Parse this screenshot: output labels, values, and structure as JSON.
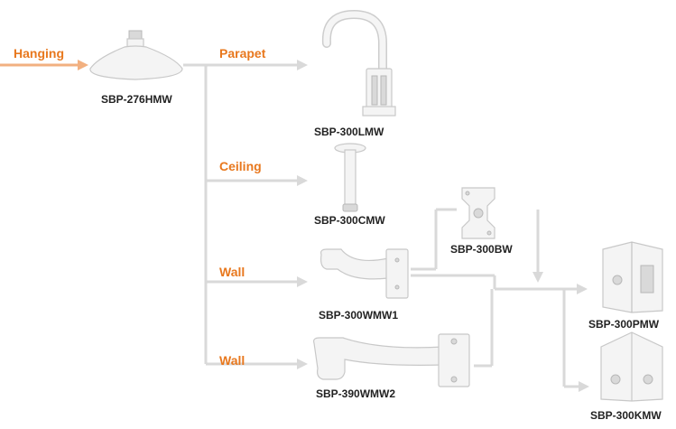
{
  "categories": {
    "hanging": "Hanging",
    "parapet": "Parapet",
    "ceiling": "Ceiling",
    "wall_1": "Wall",
    "wall_2": "Wall"
  },
  "models": {
    "hanging": "SBP-276HMW",
    "parapet": "SBP-300LMW",
    "ceiling": "SBP-300CMW",
    "wall_1": "SBP-300WMW1",
    "wall_2": "SBP-390WMW2",
    "back_box": "SBP-300BW",
    "pole": "SBP-300PMW",
    "corner": "SBP-300KMW"
  },
  "colors": {
    "category_text": "#e8781e",
    "model_text": "#222222",
    "connector": "#d9d9d9",
    "hanging_arrow": "#f2b080"
  },
  "icons": [
    "hanging-mount-icon",
    "parapet-mount-icon",
    "ceiling-mount-icon",
    "wall-mount-icon",
    "long-wall-mount-icon",
    "back-box-icon",
    "pole-mount-icon",
    "corner-mount-icon"
  ]
}
